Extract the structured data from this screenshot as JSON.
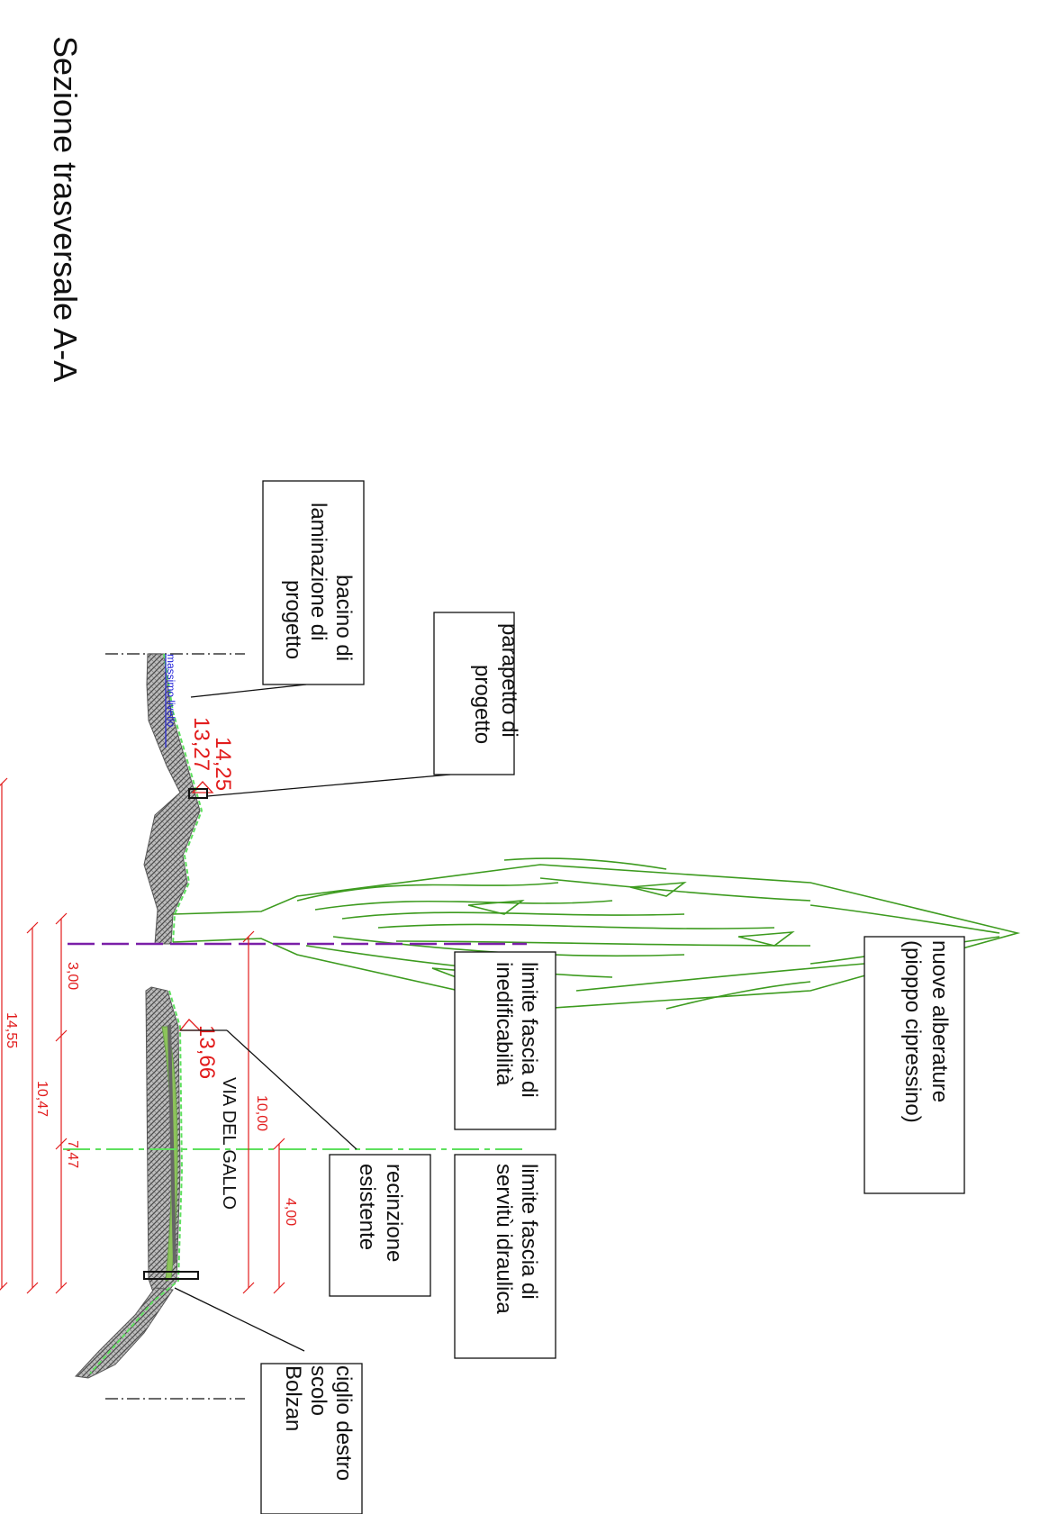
{
  "title": "Sezione trasversale A-A",
  "street": "VIA DEL GALLO",
  "levels": {
    "massimo_livello": "massimo livello",
    "elev_top": "14,25",
    "elev_water": "13,27",
    "elev_road": "13,66"
  },
  "callouts": {
    "bacino": [
      "bacino di",
      "laminazione di",
      "progetto"
    ],
    "parapetto": [
      "parapetto di",
      "progetto"
    ],
    "alberature": [
      "nuove alberature",
      "(pioppo cipressino)"
    ],
    "inedificabilita": [
      "limite fascia di",
      "inedificabilità"
    ],
    "servitu": [
      "limite fascia di",
      "servitù idraulica"
    ],
    "recinzione": [
      "recinzione",
      "esistente"
    ],
    "ciglio": [
      "ciglio destro",
      "scolo",
      "Bolzan"
    ]
  },
  "dimensions": {
    "d300": "3,00",
    "d1455": "14,55",
    "d1047": "10,47",
    "d747": "7,47",
    "d1000": "10,00",
    "d400": "4,00"
  },
  "colors": {
    "ink": "#111111",
    "dimension": "#e21d1d",
    "tree": "#3d9b1f",
    "grass": "#8cc35a",
    "embankment": "#8a8a8a",
    "water": "#2020d8",
    "limit_inedificabilita": "#7a1fa8",
    "limit_servitu": "#5ee05e"
  }
}
